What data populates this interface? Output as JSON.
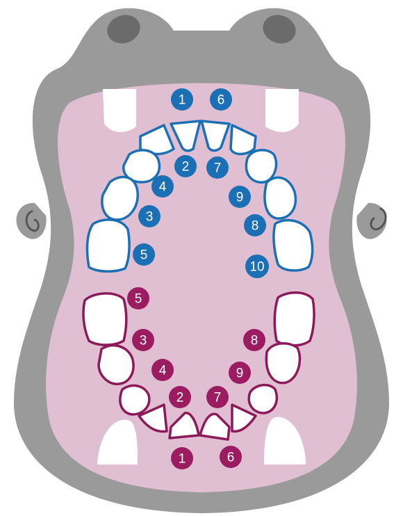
{
  "colors": {
    "background": "#ffffff",
    "hippo_skin": "#9a9a9a",
    "hippo_dark": "#6b6b6b",
    "mouth": "#dfbfd1",
    "tusk": "#ffffff",
    "upper_teeth_outline": "#1b6fb5",
    "upper_badge": "#1b6fb5",
    "lower_teeth_outline": "#8c1a5a",
    "lower_badge": "#9b1c61"
  },
  "upper_badges": [
    {
      "id": "u1",
      "label": "1"
    },
    {
      "id": "u6",
      "label": "6"
    },
    {
      "id": "u2",
      "label": "2"
    },
    {
      "id": "u7",
      "label": "7"
    },
    {
      "id": "u4",
      "label": "4"
    },
    {
      "id": "u9",
      "label": "9"
    },
    {
      "id": "u3",
      "label": "3"
    },
    {
      "id": "u8",
      "label": "8"
    },
    {
      "id": "u5",
      "label": "5"
    },
    {
      "id": "u10",
      "label": "10"
    }
  ],
  "lower_badges": [
    {
      "id": "l5",
      "label": "5"
    },
    {
      "id": "l3",
      "label": "3"
    },
    {
      "id": "l8",
      "label": "8"
    },
    {
      "id": "l4",
      "label": "4"
    },
    {
      "id": "l9",
      "label": "9"
    },
    {
      "id": "l2",
      "label": "2"
    },
    {
      "id": "l7",
      "label": "7"
    },
    {
      "id": "l1",
      "label": "1"
    },
    {
      "id": "l6",
      "label": "6"
    }
  ]
}
